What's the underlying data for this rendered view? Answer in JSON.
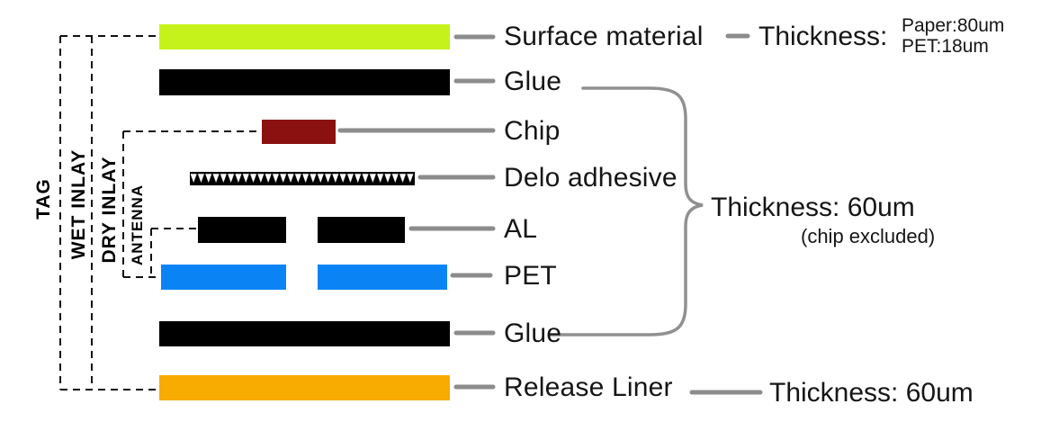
{
  "layers": [
    {
      "label": "Surface material",
      "color": "#c6f21c"
    },
    {
      "label": "Glue",
      "color": "#000000"
    },
    {
      "label": "Chip",
      "color": "#8b1111"
    },
    {
      "label": "Delo adhesive",
      "color": "#000000"
    },
    {
      "label": "AL",
      "color": "#000000"
    },
    {
      "label": "PET",
      "color": "#0a84f5"
    },
    {
      "label": "Glue",
      "color": "#000000"
    },
    {
      "label": "Release Liner",
      "color": "#f8ab00"
    }
  ],
  "side_groups": {
    "tag": "TAG",
    "wet_inlay": "WET INLAY",
    "dry_inlay": "DRY INLAY",
    "antenna": "ANTENNA"
  },
  "annotations": {
    "surface": {
      "prefix": "Thickness:",
      "line1": "Paper:80um",
      "line2": "PET:18um"
    },
    "inlay": {
      "text": "Thickness: 60um",
      "note": "(chip excluded)"
    },
    "liner": {
      "text": "Thickness: 60um"
    }
  },
  "colors": {
    "connector_gray": "#8c8c8c",
    "brace_gray": "#909090",
    "dashed_black": "#111111",
    "surface_green": "#c6f21c",
    "chip_dark_red": "#8b1111",
    "pet_blue": "#0a84f5",
    "release_orange": "#f8ab00"
  }
}
